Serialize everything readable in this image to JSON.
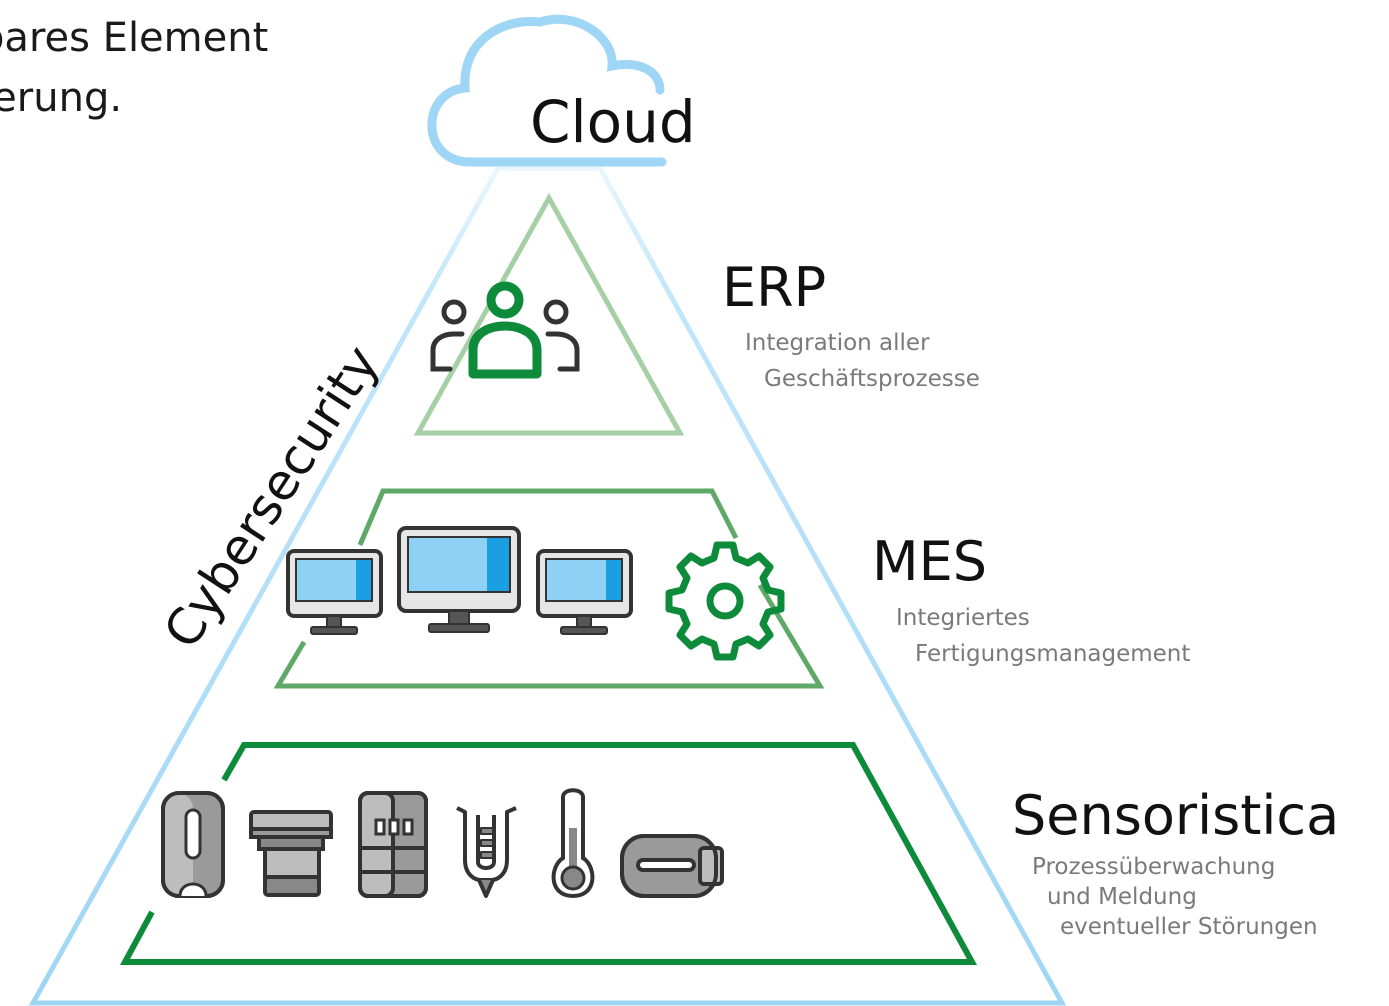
{
  "intro": {
    "line1": "htbares Element",
    "line2": "lisierung."
  },
  "cloud": {
    "label": "Cloud"
  },
  "side_label": "Cybersecurity",
  "levels": {
    "erp": {
      "title": "ERP",
      "desc1": "Integration aller",
      "desc2": "Geschäftsprozesse"
    },
    "mes": {
      "title": "MES",
      "desc1": "Integriertes",
      "desc2": "Fertigungsmanagement"
    },
    "sensor": {
      "title": "Sensoristica",
      "desc1": "Prozessüberwachung",
      "desc2": "und Meldung",
      "desc3": "eventueller Störungen"
    }
  },
  "colors": {
    "pyramid_outline": "#9fd6f5",
    "erp_outline": "#a6cfa6",
    "mes_outline": "#5fa968",
    "sensor_outline": "#0d8a3a",
    "icon_green": "#0d8a3a",
    "screen_blue": "#8fd0f5"
  },
  "icons": {
    "erp": [
      "users-group-icon"
    ],
    "mes": [
      "monitor-icon",
      "large-monitor-icon",
      "monitor-icon",
      "gear-icon"
    ],
    "sensor": [
      "inductive-sensor-icon",
      "proximity-sensor-icon",
      "connector-sensor-icon",
      "level-probe-icon",
      "thermometer-icon",
      "capacitive-sensor-icon"
    ]
  }
}
